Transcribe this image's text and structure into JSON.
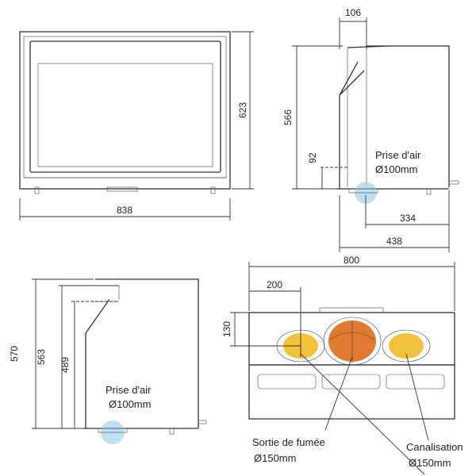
{
  "front_view": {
    "width_dim": "838",
    "height_dim": "623"
  },
  "side_view_top": {
    "height_dim": "566",
    "top_offset_dim": "106",
    "inlet_height_dim": "92",
    "depth_inlet_dim": "334",
    "total_depth_dim": "438",
    "air_inlet_title": "Prise d'air",
    "air_inlet_size": "Ø100mm"
  },
  "side_view_bottom": {
    "height_total_dim": "570",
    "height_mid_dim": "563",
    "height_inner_dim": "489",
    "air_inlet_title": "Prise d'air",
    "air_inlet_size": "Ø100mm"
  },
  "top_view": {
    "width_dim": "800",
    "offset_dim": "200",
    "depth_dim": "130",
    "flue_title": "Sortie de fumée",
    "flue_size": "Ø150mm",
    "duct_title": "Canalisation",
    "duct_size": "Ø150mm"
  },
  "colors": {
    "duct_fill": "#f2c33a",
    "flue_fill": "#e07a30",
    "inlet_highlight": "#a9d6ec",
    "line": "#333333"
  }
}
